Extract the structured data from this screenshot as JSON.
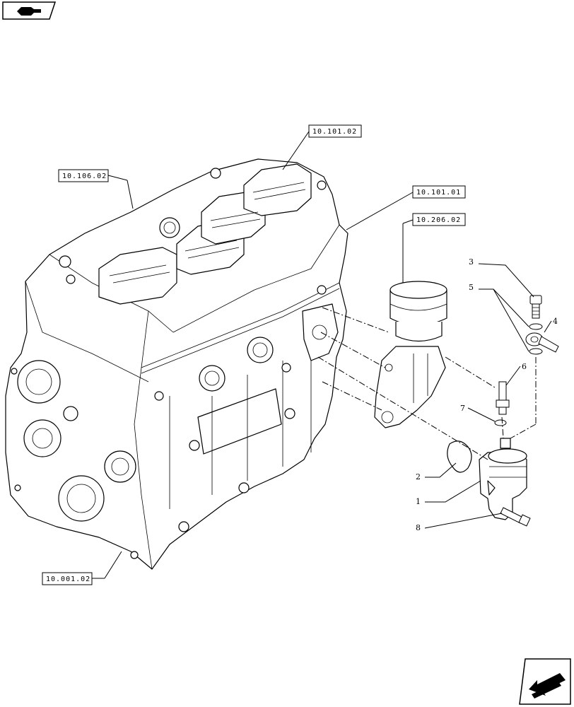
{
  "references": [
    {
      "id": "ref-10-101-02-top",
      "label": "10.101.02"
    },
    {
      "id": "ref-10-106-02",
      "label": "10.106.02"
    },
    {
      "id": "ref-10-101-01",
      "label": "10.101.01"
    },
    {
      "id": "ref-10-206-02",
      "label": "10.206.02"
    },
    {
      "id": "ref-10-001-02",
      "label": "10.001.02"
    }
  ],
  "callouts": [
    "3",
    "5",
    "4",
    "6",
    "7",
    "2",
    "1",
    "8"
  ],
  "icons": {
    "top_left": "book-hand-icon",
    "bottom_right": "arrow-nav-icon"
  }
}
